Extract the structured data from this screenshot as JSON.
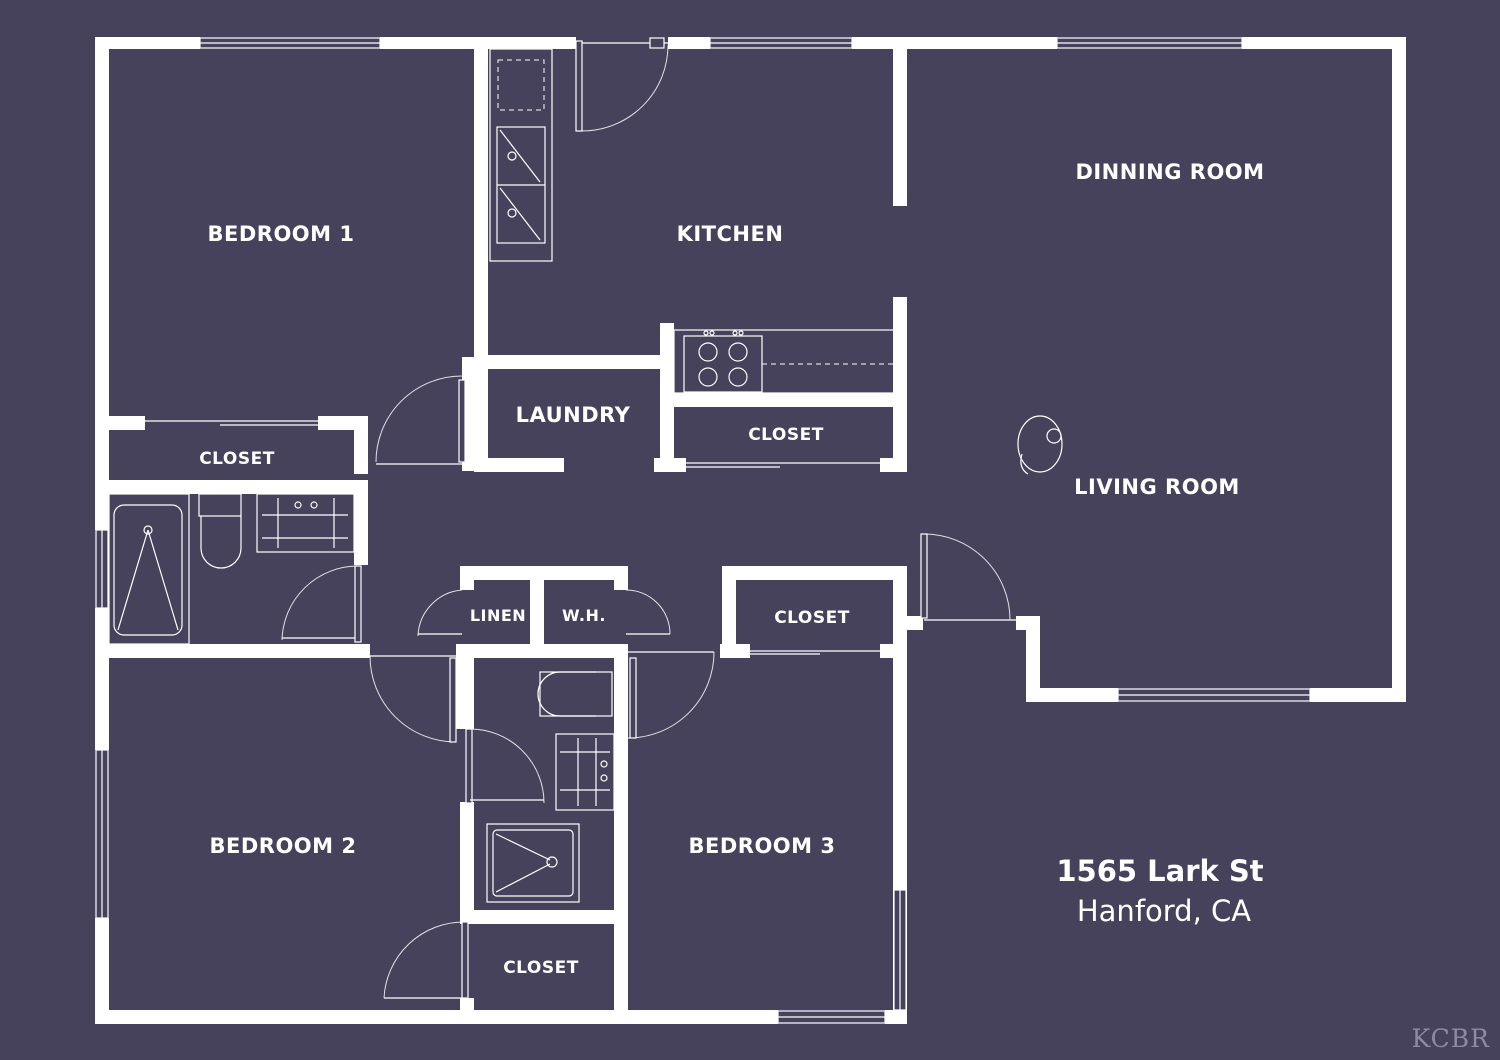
{
  "rooms": {
    "bedroom1": "BEDROOM 1",
    "kitchen": "KITCHEN",
    "dining": "DINNING ROOM",
    "laundry": "LAUNDRY",
    "closet_kitchen": "CLOSET",
    "closet_bed1": "CLOSET",
    "living": "LIVING ROOM",
    "linen": "LINEN",
    "water_heater": "W.H.",
    "closet_hall": "CLOSET",
    "bedroom2": "BEDROOM 2",
    "bedroom3": "BEDROOM 3",
    "closet_bed2": "CLOSET"
  },
  "address": {
    "street": "1565 Lark St",
    "city": "Hanford, CA"
  },
  "watermark": "KCBR",
  "colors": {
    "background": "#46425c",
    "walls": "#ffffff",
    "watermark": "#8e8aa3"
  }
}
